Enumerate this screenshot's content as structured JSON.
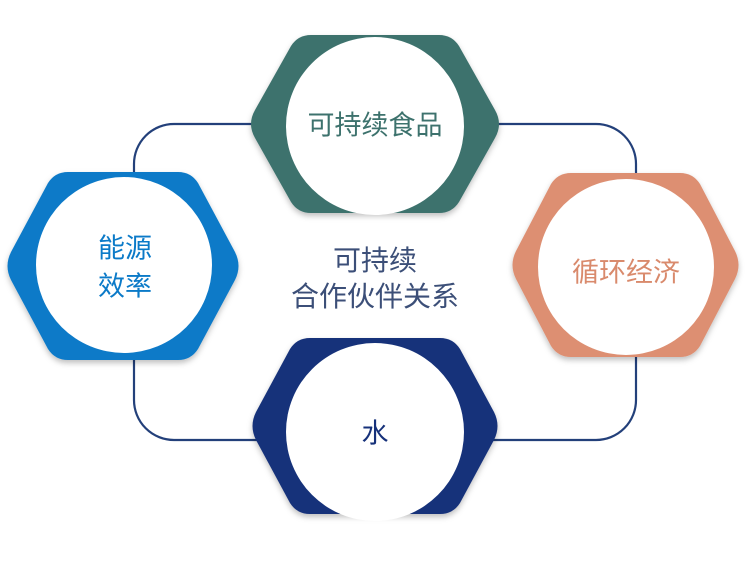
{
  "center": {
    "line1": "可持续",
    "line2": "合作伙伴关系",
    "color": "#3c4f78"
  },
  "nodes": {
    "top": {
      "label": "可持续食品",
      "color": "#3d726d",
      "text_color": "#3d726d"
    },
    "left": {
      "line1": "能源",
      "line2": "效率",
      "color": "#0b7ac8",
      "text_color": "#0b7ac8"
    },
    "right": {
      "label": "循环经济",
      "color": "#dd8f72",
      "text_color": "#d98a6c"
    },
    "bottom": {
      "label": "水",
      "color": "#16317a",
      "text_color": "#16317a"
    }
  },
  "connector_color": "#23407a"
}
